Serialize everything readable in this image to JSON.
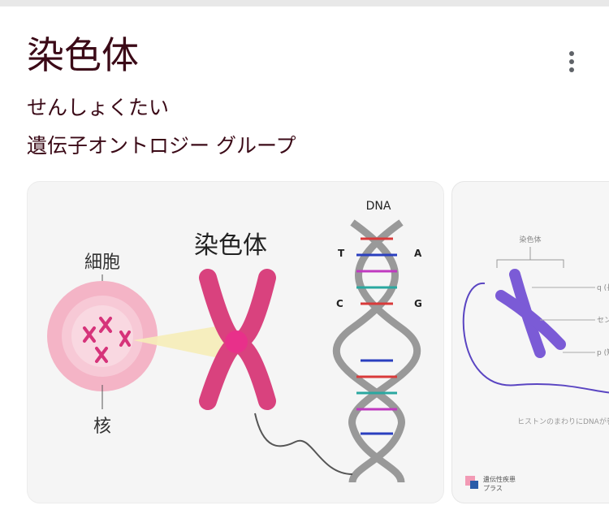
{
  "panel": {
    "title": "染色体",
    "reading": "せんしょくたい",
    "category": "遺伝子オントロジー グループ",
    "more_options_icon": "more-vert-icon"
  },
  "images": [
    {
      "labels": {
        "cell": "細胞",
        "chromosome": "染色体",
        "nucleus": "核",
        "dna": "DNA",
        "t": "T",
        "a": "A",
        "c": "C",
        "g": "G"
      }
    },
    {
      "labels": {
        "chromosome": "染色体",
        "q_arm": "q (長",
        "centromere": "セント",
        "p_arm": "p (短",
        "histone": "ヒストンのまわりにDNAが巻",
        "logo_line1": "遺伝性疾患",
        "logo_line2": "プラス"
      }
    }
  ]
}
